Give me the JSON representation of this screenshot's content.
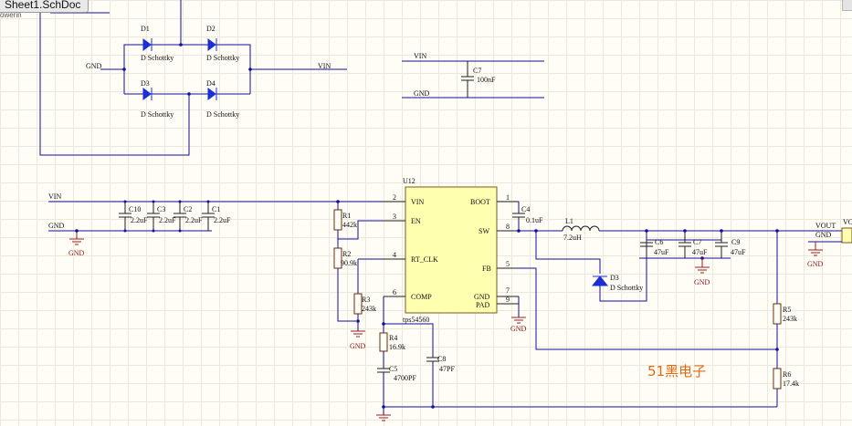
{
  "tab": {
    "label": "Sheet1.SchDoc"
  },
  "header": {
    "partial_text": "owerin"
  },
  "nets": {
    "vin": "VIN",
    "gnd": "GND",
    "vout": "VOUT",
    "vo_partial": "VO"
  },
  "bridge": {
    "diodes": [
      {
        "ref": "D1",
        "value": "D Schottky"
      },
      {
        "ref": "D2",
        "value": "D Schottky"
      },
      {
        "ref": "D3",
        "value": "D Schottky"
      },
      {
        "ref": "D4",
        "value": "D Schottky"
      }
    ]
  },
  "bulk_cap": {
    "ref": "C7",
    "value": "100nF"
  },
  "input_caps": [
    {
      "ref": "C10",
      "value": "2.2uF"
    },
    {
      "ref": "C3",
      "value": "2.2uF"
    },
    {
      "ref": "C2",
      "value": "2.2uF"
    },
    {
      "ref": "C1",
      "value": "2.2uF"
    }
  ],
  "ic": {
    "ref": "U12",
    "part": "tps54560",
    "pins_left": [
      {
        "num": "2",
        "name": "VIN"
      },
      {
        "num": "3",
        "name": "EN"
      },
      {
        "num": "4",
        "name": "RT_CLK"
      },
      {
        "num": "6",
        "name": "COMP"
      }
    ],
    "pins_right": [
      {
        "num": "1",
        "name": "BOOT"
      },
      {
        "num": "8",
        "name": "SW"
      },
      {
        "num": "5",
        "name": "FB"
      },
      {
        "num": "7",
        "name": "GND"
      },
      {
        "num": "9",
        "name": "PAD"
      }
    ]
  },
  "resistors": [
    {
      "ref": "R1",
      "value": "442k"
    },
    {
      "ref": "R2",
      "value": "90.9k"
    },
    {
      "ref": "R3",
      "value": "243k"
    },
    {
      "ref": "R4",
      "value": "16.9k"
    },
    {
      "ref": "R5",
      "value": "243k"
    },
    {
      "ref": "R6",
      "value": "17.4k"
    }
  ],
  "comp_caps": [
    {
      "ref": "C5",
      "value": "4700PF"
    },
    {
      "ref": "C8",
      "value": "47PF"
    }
  ],
  "boot_cap": {
    "ref": "C4",
    "value": "0.1uF"
  },
  "inductor": {
    "ref": "L1",
    "value": "7.2uH"
  },
  "catch_diode": {
    "ref": "D3",
    "value": "D Schottky"
  },
  "output_caps": [
    {
      "ref": "C6",
      "value": "47uF"
    },
    {
      "ref": "C7",
      "value": "47uF"
    },
    {
      "ref": "C9",
      "value": "47uF"
    }
  ],
  "watermark": "51黑电子",
  "colors": {
    "wire": "#10109a",
    "diode": "#1b2fd6",
    "ic_body": "#ffffb0",
    "watermark": "#e06a10",
    "ground": "#9a2020"
  }
}
